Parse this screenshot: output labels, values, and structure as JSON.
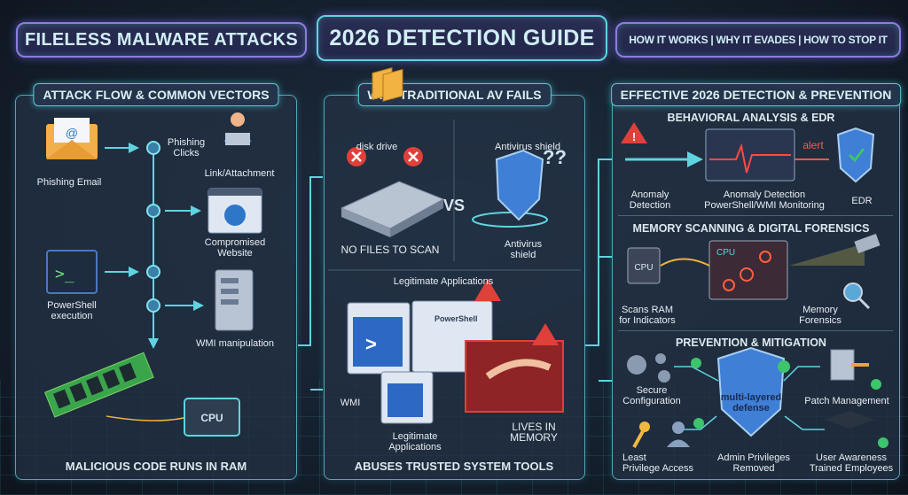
{
  "header": {
    "left": "FILELESS MALWARE ATTACKS",
    "center": "2026 DETECTION GUIDE",
    "right": "HOW IT WORKS | WHY IT EVADES | HOW TO STOP IT"
  },
  "attack_flow": {
    "title": "ATTACK FLOW & COMMON VECTORS",
    "phishing_email": "Phishing Email",
    "phishing_clicks": "Phishing\nClicks",
    "link_attachment": "Link/Attachment",
    "compromised_website": "Compromised\nWebsite",
    "powershell_execution": "PowerShell\nexecution",
    "wmi_manipulation": "WMI manipulation",
    "cpu": "CPU",
    "caption": "MALICIOUS CODE RUNS IN RAM"
  },
  "av_fails": {
    "title": "WHY TRADITIONAL AV FAILS",
    "disk_drive": "disk drive",
    "antivirus_shield_top": "Antivirus shield",
    "vs": "VS",
    "no_files": "NO FILES TO SCAN",
    "antivirus_shield_bottom": "Antivirus\nshield",
    "legit_apps_top": "Legitimate Applications",
    "powershell": "PowerShell",
    "wmi": "WMI",
    "legit_apps_bottom": "Legitimate\nApplications",
    "lives_in_memory": "LIVES IN\nMEMORY",
    "caption": "ABUSES TRUSTED SYSTEM TOOLS"
  },
  "detection": {
    "title": "EFFECTIVE 2026 DETECTION & PREVENTION",
    "behavioral": {
      "title": "BEHAVIORAL ANALYSIS & EDR",
      "anomaly": "Anomaly\nDetection",
      "monitoring": "Anomaly Detection\nPowerShell/WMI Monitoring",
      "alert": "alert",
      "edr": "EDR"
    },
    "memory": {
      "title": "MEMORY SCANNING & DIGITAL FORENSICS",
      "cpu_left": "CPU",
      "cpu_screen": "CPU",
      "scans": "Scans RAM\nfor Indicators",
      "forensics": "Memory\nForensics"
    },
    "prevention": {
      "title": "PREVENTION & MITIGATION",
      "secure_config": "Secure\nConfiguration",
      "defense": "multi-layered\ndefense",
      "patch": "Patch Management",
      "least_priv": "Least\nPrivilege Access",
      "admin": "Admin Privileges\nRemoved",
      "awareness": "User Awareness\nTrained Employees"
    }
  },
  "colors": {
    "accent": "#5fd4e0",
    "banner_border": "#8f7be0",
    "danger": "#e0403a",
    "ok": "#3cc56a"
  }
}
